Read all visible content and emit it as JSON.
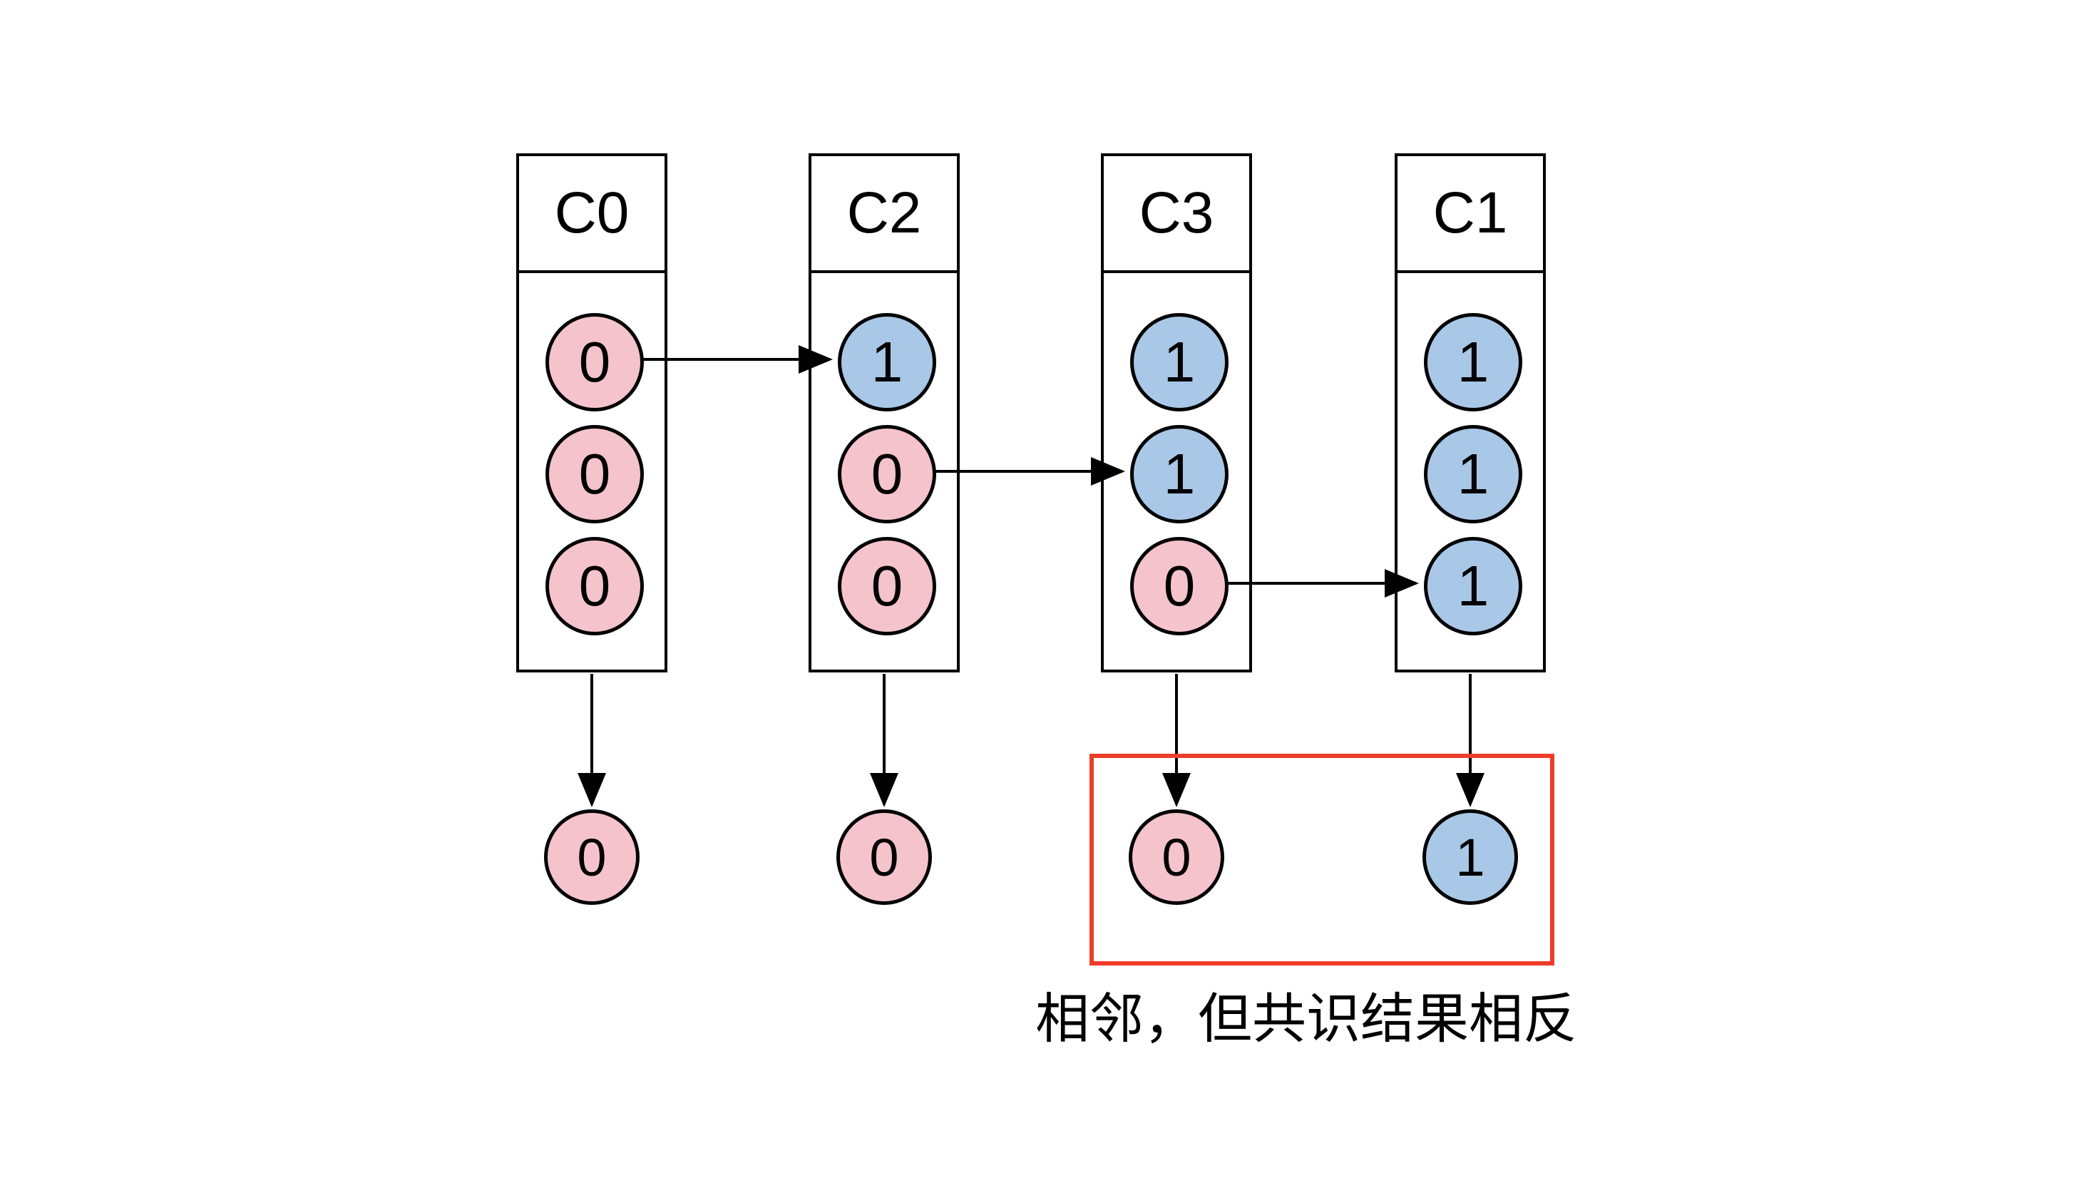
{
  "diagram": {
    "description_colors": {
      "vote_zero_fill": "#f5c3cc",
      "vote_one_fill": "#a9c8e8",
      "outline": "#000000",
      "highlight_box": "#ee3c2b",
      "background": "#ffffff"
    },
    "columns": [
      {
        "label": "C0",
        "values": [
          {
            "v": "0",
            "color": "pink"
          },
          {
            "v": "0",
            "color": "pink"
          },
          {
            "v": "0",
            "color": "pink"
          }
        ],
        "result": {
          "v": "0",
          "color": "pink"
        }
      },
      {
        "label": "C2",
        "values": [
          {
            "v": "1",
            "color": "blue"
          },
          {
            "v": "0",
            "color": "pink"
          },
          {
            "v": "0",
            "color": "pink"
          }
        ],
        "result": {
          "v": "0",
          "color": "pink"
        }
      },
      {
        "label": "C3",
        "values": [
          {
            "v": "1",
            "color": "blue"
          },
          {
            "v": "1",
            "color": "blue"
          },
          {
            "v": "0",
            "color": "pink"
          }
        ],
        "result": {
          "v": "0",
          "color": "pink"
        }
      },
      {
        "label": "C1",
        "values": [
          {
            "v": "1",
            "color": "blue"
          },
          {
            "v": "1",
            "color": "blue"
          },
          {
            "v": "1",
            "color": "blue"
          }
        ],
        "result": {
          "v": "1",
          "color": "blue"
        }
      }
    ],
    "annotation": {
      "text": "相邻，但共识结果相反"
    }
  }
}
